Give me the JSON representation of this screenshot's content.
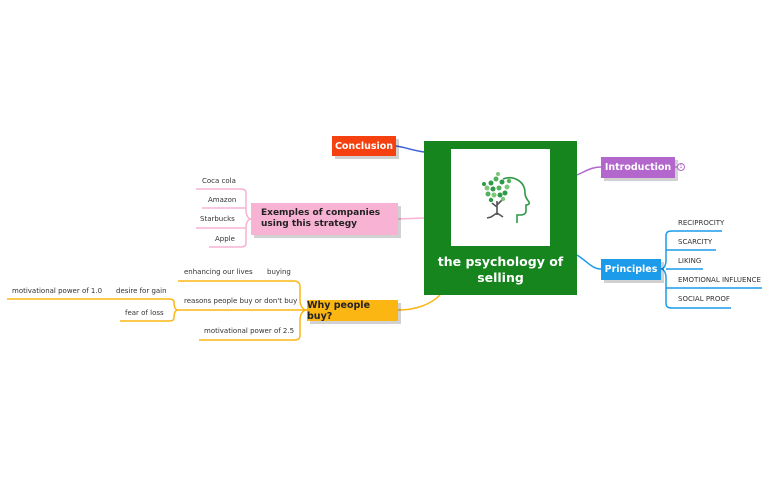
{
  "central": {
    "title": "the psychology of selling",
    "image": "tree-head-icon"
  },
  "topics": {
    "conclusion": "Conclusion",
    "introduction": "Introduction",
    "principles": "Principles",
    "exemples": "Exemples of companies using this strategy",
    "why": "Why people buy?"
  },
  "intro_badge": "1",
  "principles_items": [
    "RECIPROCITY",
    "SCARCITY",
    "LIKING",
    "EMOTIONAL INFLUENCE",
    "SOCIAL PROOF"
  ],
  "companies": [
    "Coca cola",
    "Amazon",
    "Starbucks",
    "Apple"
  ],
  "why": {
    "enhancing": "enhancing our lives",
    "buying": "buying",
    "reasons": "reasons people buy or don't buy",
    "desire": "desire for gain",
    "desire_power": "motivational power of 1.0",
    "fear": "fear of loss",
    "fear_power": "motivational power of 2.5"
  },
  "colors": {
    "central": "#16851e",
    "conclusion": "#f4410f",
    "introduction": "#b367cd",
    "principles": "#1b9bea",
    "exemples": "#f8b2d4",
    "why": "#fcb613"
  }
}
